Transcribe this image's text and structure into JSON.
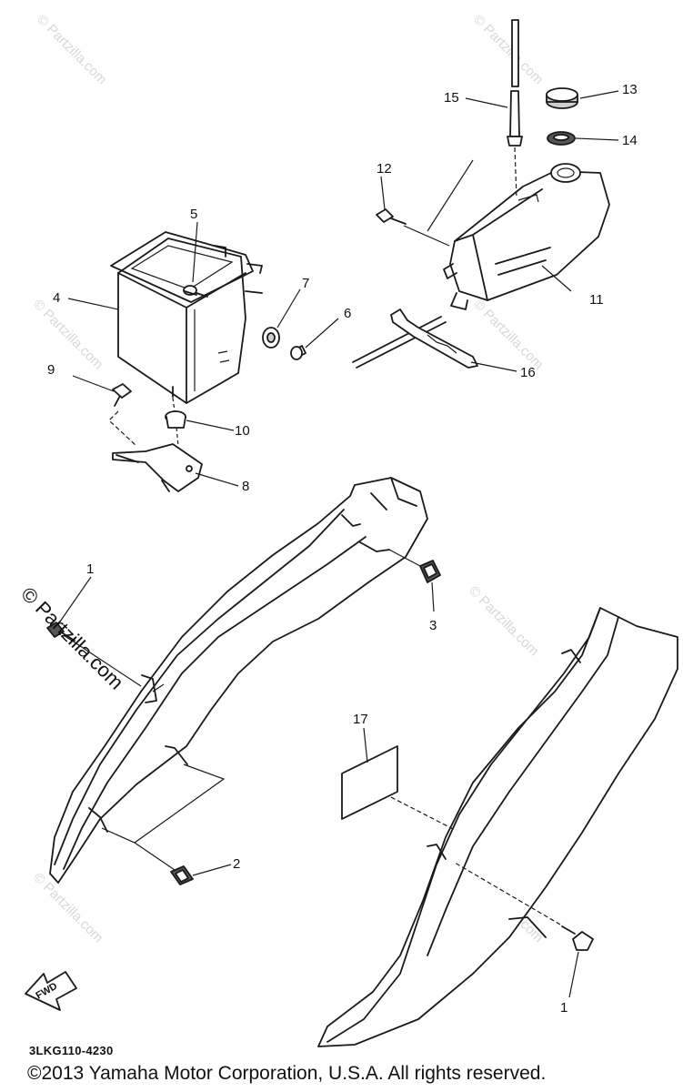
{
  "callouts": [
    {
      "id": "c1a",
      "label": "1"
    },
    {
      "id": "c1b",
      "label": "1"
    },
    {
      "id": "c2",
      "label": "2"
    },
    {
      "id": "c3",
      "label": "3"
    },
    {
      "id": "c4",
      "label": "4"
    },
    {
      "id": "c5",
      "label": "5"
    },
    {
      "id": "c6",
      "label": "6"
    },
    {
      "id": "c7",
      "label": "7"
    },
    {
      "id": "c8",
      "label": "8"
    },
    {
      "id": "c9",
      "label": "9"
    },
    {
      "id": "c10",
      "label": "10"
    },
    {
      "id": "c11",
      "label": "11"
    },
    {
      "id": "c12",
      "label": "12"
    },
    {
      "id": "c13",
      "label": "13"
    },
    {
      "id": "c14",
      "label": "14"
    },
    {
      "id": "c15",
      "label": "15"
    },
    {
      "id": "c16",
      "label": "16"
    },
    {
      "id": "c17",
      "label": "17"
    }
  ],
  "watermark_text": "© Partzilla.com",
  "direction_mark": "FWD",
  "diagram_code": "3LKG110-4230",
  "copyright": "©2013 Yamaha Motor Corporation, U.S.A. All rights reserved."
}
